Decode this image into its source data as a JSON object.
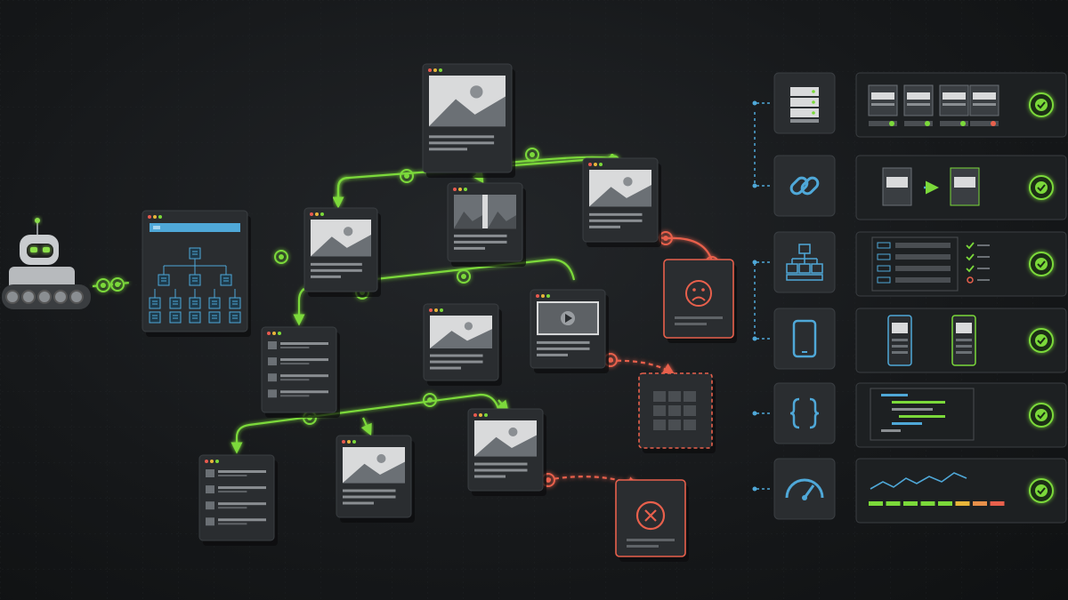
{
  "colors": {
    "background": "#17191b",
    "card": "#2a2d30",
    "card_border": "#3a3e42",
    "screen": "#d9dadb",
    "accent_green": "#7bd93a",
    "error_red": "#e8604c",
    "link_blue": "#4fa8d8",
    "robot_body": "#c9cccf",
    "robot_eye": "#8be04a"
  },
  "icons": {
    "robot": "robot-crawler-icon",
    "sitemap": "sitemap-tree-icon",
    "page_image": "image-placeholder-icon",
    "page_list": "list-layout-icon",
    "page_video": "video-play-icon",
    "sad_face": "sad-face-icon",
    "broken_grid": "broken-grid-icon",
    "error_x": "error-x-icon",
    "checks": [
      {
        "id": "servers",
        "icon": "server-stack-icon",
        "status": "pass"
      },
      {
        "id": "links",
        "icon": "chain-link-icon",
        "status": "pass"
      },
      {
        "id": "structure",
        "icon": "hierarchy-icon",
        "status": "pass"
      },
      {
        "id": "mobile",
        "icon": "smartphone-icon",
        "status": "pass"
      },
      {
        "id": "code",
        "icon": "curly-braces-icon",
        "status": "pass"
      },
      {
        "id": "performance",
        "icon": "speedometer-icon",
        "status": "pass"
      }
    ]
  }
}
